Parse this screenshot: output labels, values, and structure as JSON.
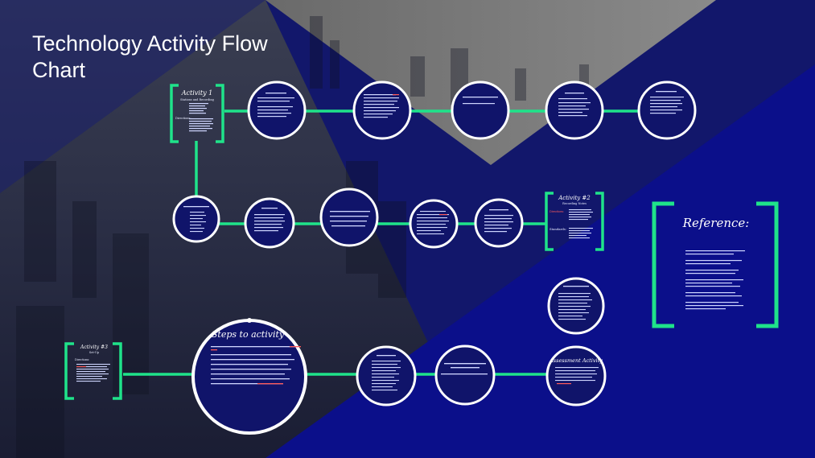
{
  "page": {
    "title": "Technology Activity Flow Chart",
    "colors": {
      "background_navy": "#12176b",
      "connector_green": "#1fe38a",
      "circle_fill": "#10146a",
      "circle_border": "#ffffff"
    }
  },
  "activities": {
    "activity1": {
      "heading": "Activity 1",
      "sub": "Stations and Recording",
      "row_label": "Directions:"
    },
    "activity2": {
      "heading": "Activity #2",
      "sub": "Recording Notes",
      "row1": "Directions:",
      "row2": "Standards:"
    },
    "activity3": {
      "heading": "Activity #3",
      "sub": "Set-Up",
      "row": "Directions:"
    }
  },
  "steps": {
    "heading": "Steps to activity"
  },
  "reference": {
    "heading": "Reference:"
  },
  "assessment": {
    "heading": "Assessment Activity"
  }
}
